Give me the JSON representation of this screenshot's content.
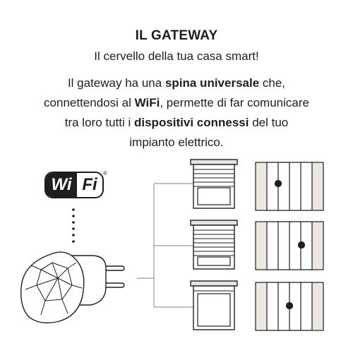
{
  "header": {
    "title": "IL GATEWAY",
    "subtitle": "Il cervello della tua casa smart!"
  },
  "description": {
    "line1_a": "Il gateway ha una ",
    "line1_b": "spina universale",
    "line1_c": " che,",
    "line2_a": "connettendosi al ",
    "line2_b": "WiFi",
    "line2_c": ", permette di far comunicare",
    "line3_a": "tra loro tutti i ",
    "line3_b": "dispositivi connessi",
    "line3_c": " del tuo",
    "line4": "impianto elettrico."
  },
  "wifi_logo": {
    "part1": "Wi",
    "part2": "Fi",
    "registered": "®"
  },
  "icons": [
    "gateway-plug-icon",
    "shutter-icon",
    "switch-panel-icon"
  ],
  "colors": {
    "text": "#1e1e1e",
    "panel_fill": "#ece8e1",
    "line_gray": "#9a9a9a"
  }
}
